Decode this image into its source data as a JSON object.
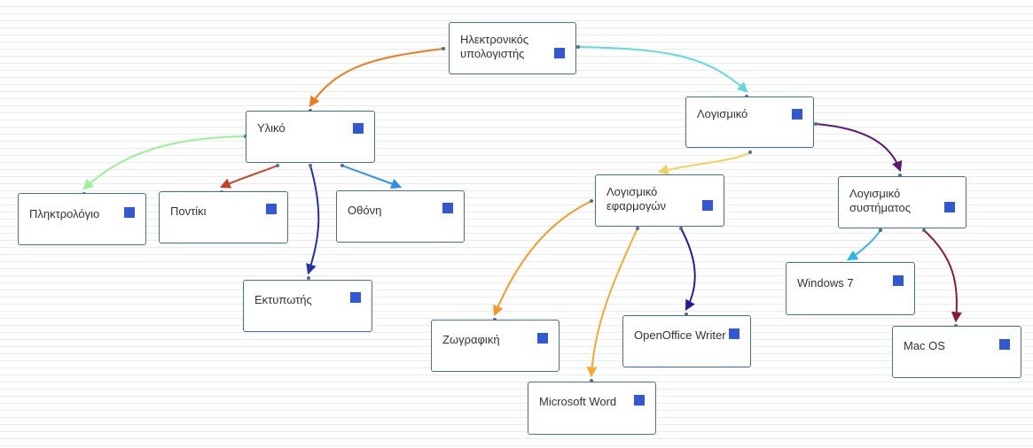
{
  "nodes": [
    {
      "id": "computer",
      "label": "Ηλεκτρονικός\nυπολογιστής"
    },
    {
      "id": "hardware",
      "label": "Υλικό"
    },
    {
      "id": "software",
      "label": "Λογισμικό"
    },
    {
      "id": "keyboard",
      "label": "Πληκτρολόγιο"
    },
    {
      "id": "mouse",
      "label": "Ποντίκι"
    },
    {
      "id": "screen",
      "label": "Οθόνη"
    },
    {
      "id": "printer",
      "label": "Εκτυπωτής"
    },
    {
      "id": "app_software",
      "label": "Λογισμικό\nεφαρμογών"
    },
    {
      "id": "system_software",
      "label": "Λογισμικό\nσυστήματος"
    },
    {
      "id": "paint",
      "label": "Ζωγραφική"
    },
    {
      "id": "word",
      "label": "Microsoft Word"
    },
    {
      "id": "writer",
      "label": "OpenOffice Writer"
    },
    {
      "id": "windows",
      "label": "Windows 7"
    },
    {
      "id": "macos",
      "label": "Mac OS"
    }
  ],
  "edges": [
    {
      "from": "computer",
      "to": "hardware",
      "color": "#f07a1a"
    },
    {
      "from": "computer",
      "to": "software",
      "color": "#5ed9dd"
    },
    {
      "from": "hardware",
      "to": "keyboard",
      "color": "#9af09a"
    },
    {
      "from": "hardware",
      "to": "mouse",
      "color": "#c8402a"
    },
    {
      "from": "hardware",
      "to": "printer",
      "color": "#2233a8"
    },
    {
      "from": "hardware",
      "to": "screen",
      "color": "#2b8de6"
    },
    {
      "from": "software",
      "to": "app_software",
      "color": "#ecd35a"
    },
    {
      "from": "software",
      "to": "system_software",
      "color": "#5a1a6e"
    },
    {
      "from": "app_software",
      "to": "paint",
      "color": "#f29a28"
    },
    {
      "from": "app_software",
      "to": "word",
      "color": "#f2aa33"
    },
    {
      "from": "app_software",
      "to": "writer",
      "color": "#2a1a9a"
    },
    {
      "from": "system_software",
      "to": "windows",
      "color": "#2fb5ea"
    },
    {
      "from": "system_software",
      "to": "macos",
      "color": "#8a1a3a"
    }
  ]
}
